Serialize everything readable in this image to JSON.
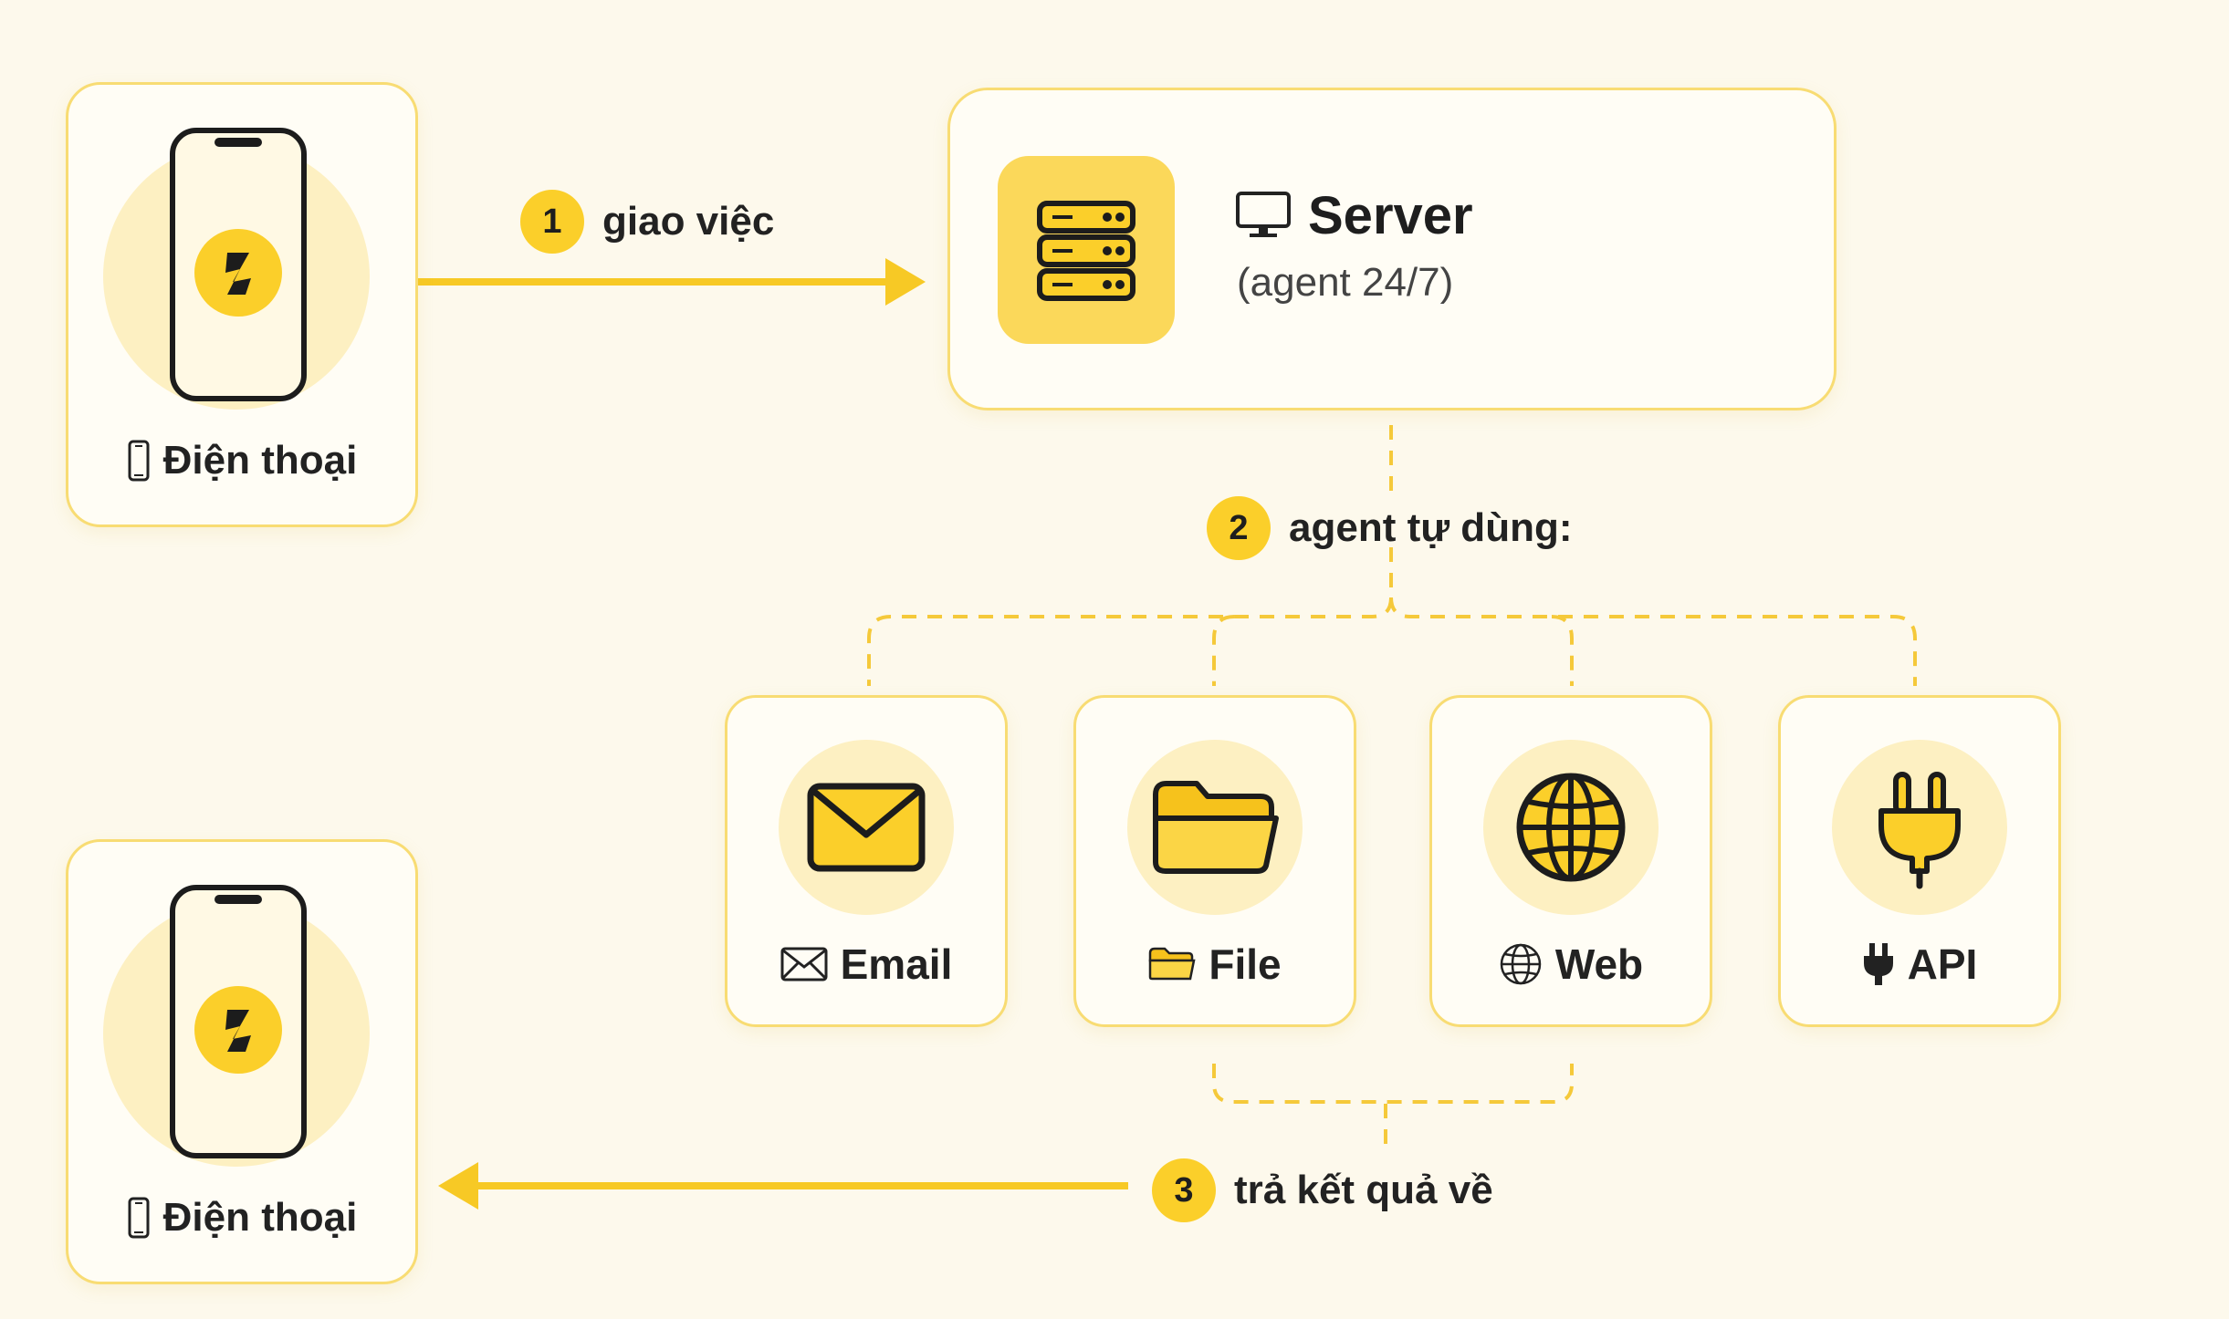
{
  "colors": {
    "background": "#fdf9ec",
    "accent": "#fbcf2a",
    "card_border": "#f8dc73",
    "halo": "#fdf0c2",
    "arrow": "#f7c925"
  },
  "phone_top": {
    "label": "Điện thoại",
    "icon": "phone-icon"
  },
  "phone_bottom": {
    "label": "Điện thoại",
    "icon": "phone-icon"
  },
  "server": {
    "title": "Server",
    "subtitle": "(agent 24/7)",
    "icon": "server-icon",
    "title_icon": "monitor-icon"
  },
  "steps": [
    {
      "number": "1",
      "text": "giao việc"
    },
    {
      "number": "2",
      "text": "agent tự dùng:"
    },
    {
      "number": "3",
      "text": "trả kết quả về"
    }
  ],
  "tools": [
    {
      "label": "Email",
      "icon": "envelope-icon"
    },
    {
      "label": "File",
      "icon": "folder-icon"
    },
    {
      "label": "Web",
      "icon": "globe-icon"
    },
    {
      "label": "API",
      "icon": "plug-icon"
    }
  ]
}
